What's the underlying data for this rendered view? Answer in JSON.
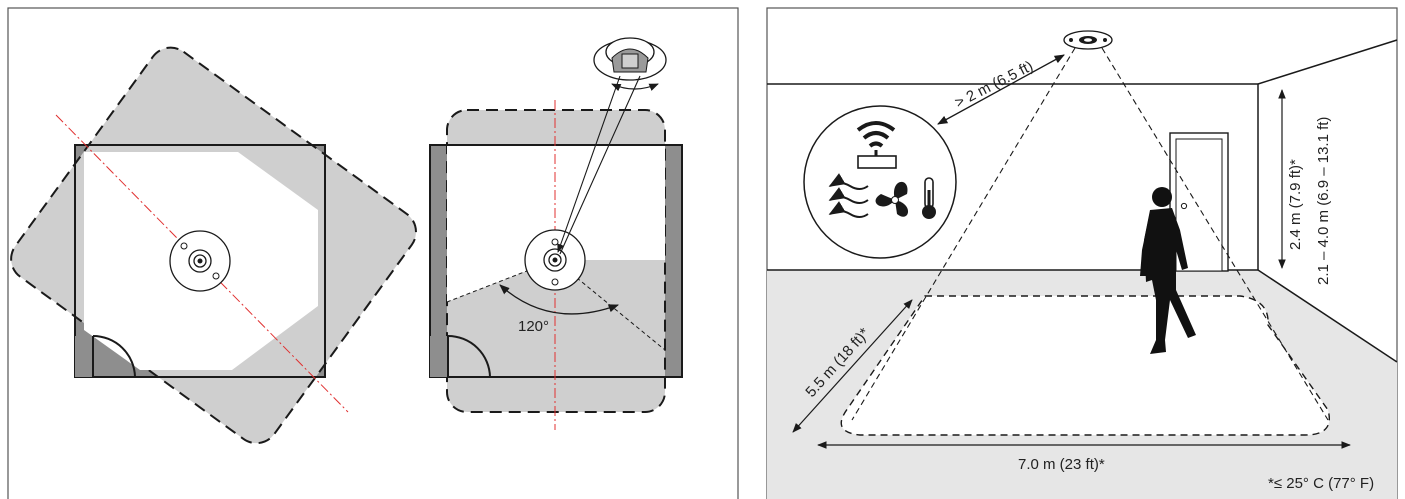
{
  "left_panel": {
    "angle_label": "120°"
  },
  "right_panel": {
    "height_above_label": "> 2 m (6.5 ft)",
    "mount_height_label": "2.4 m (7.9 ft)*",
    "mount_range_label": "2.1 – 4.0 m (6.9 – 13.1 ft)",
    "depth_label": "5.5 m (18 ft)*",
    "width_label": "7.0 m (23 ft)*",
    "temperature_note": "*≤ 25° C (77° F)"
  },
  "colors": {
    "floor_gray": "#e6e6e6",
    "wall_gray": "#8e8e8e",
    "coverage_gray": "#cccccc",
    "axis_red": "#e03030",
    "line": "#1a1a1a"
  },
  "icons": [
    "wifi-icon",
    "router-icon",
    "airflow-icon",
    "fan-icon",
    "thermometer-icon",
    "person-silhouette-icon",
    "sensor-icon",
    "door-icon"
  ]
}
